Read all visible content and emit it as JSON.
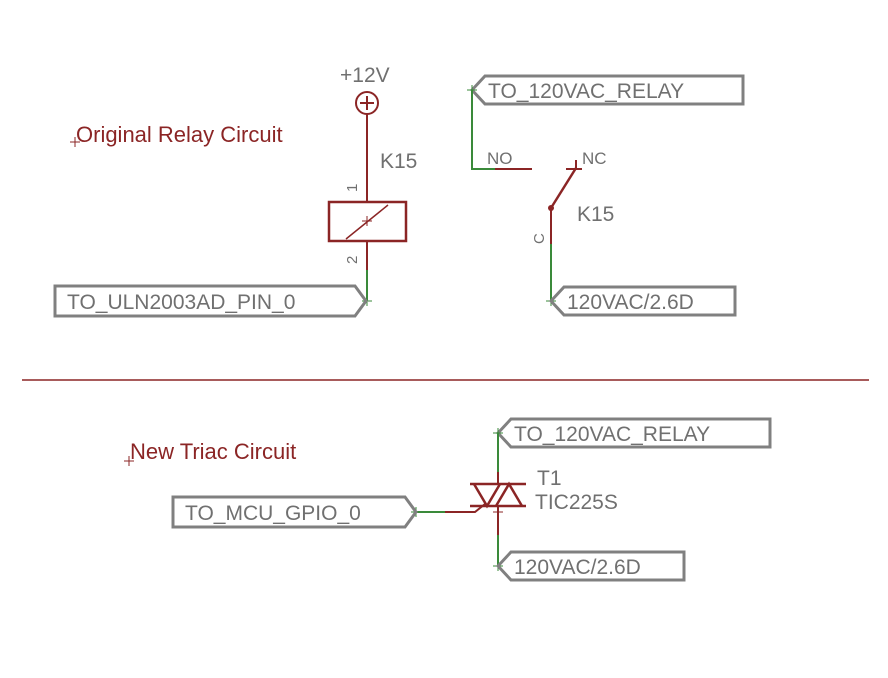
{
  "colors": {
    "wire": "#3a8a3a",
    "part": "#8b2525",
    "label_box": "#808080",
    "text": "#707070",
    "title": "#8b2525"
  },
  "relay_section": {
    "title": "Original Relay Circuit",
    "supply_label": "+12V",
    "coil_name": "K15",
    "pin1": "1",
    "pin2": "2",
    "coil_net": "TO_ULN2003AD_PIN_0",
    "contact_name": "K15",
    "no_label": "NO",
    "nc_label": "NC",
    "c_label": "C",
    "relay_net_top": "TO_120VAC_RELAY",
    "relay_net_bottom": "120VAC/2.6D"
  },
  "triac_section": {
    "title": "New Triac Circuit",
    "gate_net": "TO_MCU_GPIO_0",
    "part_name": "T1",
    "part_value": "TIC225S",
    "net_top": "TO_120VAC_RELAY",
    "net_bottom": "120VAC/2.6D"
  }
}
